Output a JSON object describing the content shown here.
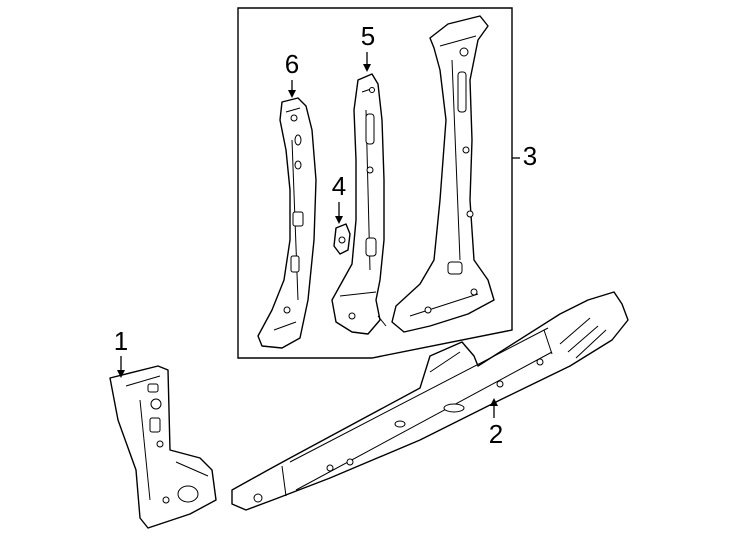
{
  "diagram": {
    "callouts": [
      {
        "id": "callout-1",
        "label": "1"
      },
      {
        "id": "callout-2",
        "label": "2"
      },
      {
        "id": "callout-3",
        "label": "3"
      },
      {
        "id": "callout-4",
        "label": "4"
      },
      {
        "id": "callout-5",
        "label": "5"
      },
      {
        "id": "callout-6",
        "label": "6"
      }
    ]
  }
}
